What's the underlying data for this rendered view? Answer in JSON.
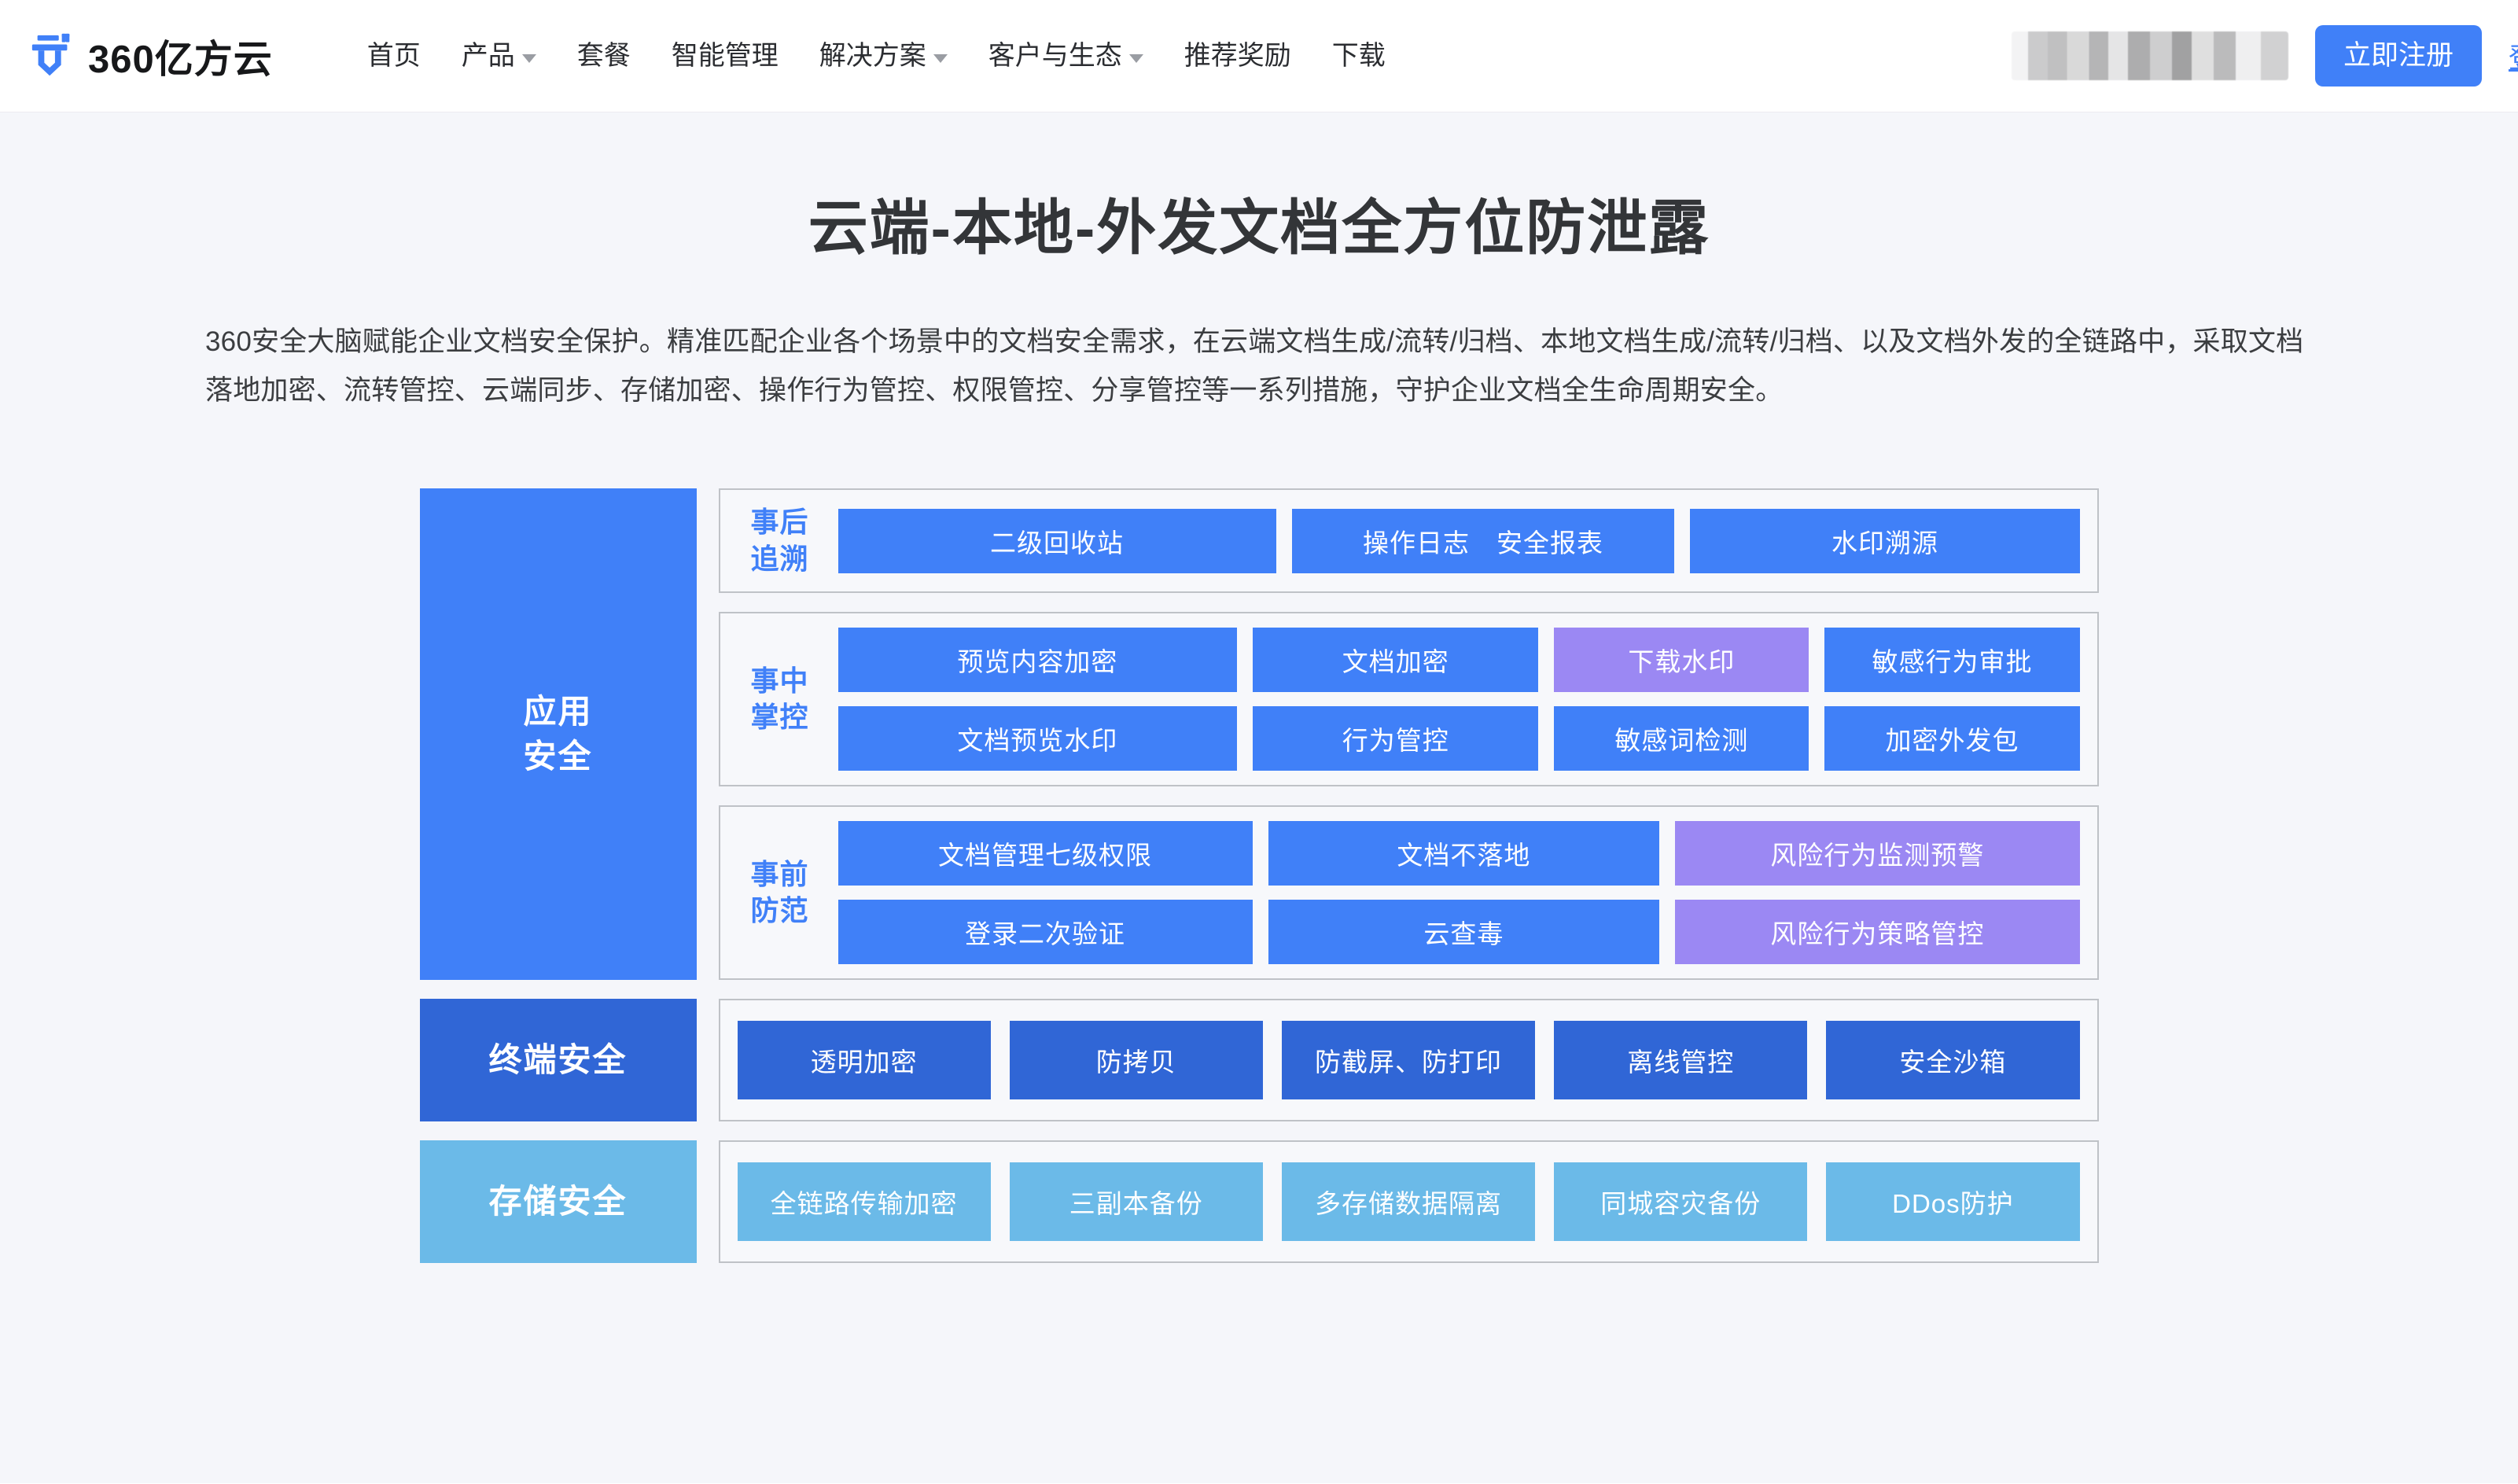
{
  "header": {
    "brand": {
      "word": "360亿方云",
      "logo_icon": "yifangyun-logo-icon"
    },
    "nav": [
      {
        "label": "首页",
        "has_caret": false
      },
      {
        "label": "产品",
        "has_caret": true
      },
      {
        "label": "套餐",
        "has_caret": false
      },
      {
        "label": "智能管理",
        "has_caret": false
      },
      {
        "label": "解决方案",
        "has_caret": true
      },
      {
        "label": "客户与生态",
        "has_caret": true
      },
      {
        "label": "推荐奖励",
        "has_caret": false
      },
      {
        "label": "下载",
        "has_caret": false
      }
    ],
    "masked_user_region": "",
    "register_label": "立即注册",
    "login_label": "登录"
  },
  "hero": {
    "title": "云端-本地-外发文档全方位防泄露",
    "description": "360安全大脑赋能企业文档安全保护。精准匹配企业各个场景中的文档安全需求，在云端文档生成/流转/归档、本地文档生成/流转/归档、以及文档外发的全链路中，采取文档落地加密、流转管控、云端同步、存储加密、操作行为管控、权限管控、分享管控等一系列措施，守护企业文档全生命周期安全。"
  },
  "colors": {
    "brand_blue": "#4080f8",
    "deep_blue": "#3066d6",
    "light_blue": "#6bbae8",
    "purple": "#9b88f3",
    "page_bg": "#f5f6fa",
    "group_bg": "#f7f8fb",
    "group_border": "#bfc2c7",
    "title_text": "#333538",
    "body_text": "#3b3d40"
  },
  "diagram": {
    "layers": [
      {
        "label": "应用\n安全",
        "label_line1": "应用",
        "label_line2": "安全",
        "style": "app",
        "groups": [
          {
            "title_line1": "事后",
            "title_line2": "追溯",
            "rows": [
              [
                {
                  "label": "二级回收站",
                  "color": "blue"
                },
                {
                  "label": "操作日志　安全报表",
                  "color": "blue"
                },
                {
                  "label": "水印溯源",
                  "color": "blue"
                }
              ]
            ]
          },
          {
            "title_line1": "事中",
            "title_line2": "掌控",
            "rows": [
              [
                {
                  "label": "预览内容加密",
                  "color": "blue"
                },
                {
                  "label": "文档加密",
                  "color": "blue"
                },
                {
                  "label": "下载水印",
                  "color": "purple"
                },
                {
                  "label": "敏感行为审批",
                  "color": "blue"
                }
              ],
              [
                {
                  "label": "文档预览水印",
                  "color": "blue"
                },
                {
                  "label": "行为管控",
                  "color": "blue"
                },
                {
                  "label": "敏感词检测",
                  "color": "blue"
                },
                {
                  "label": "加密外发包",
                  "color": "blue"
                }
              ]
            ]
          },
          {
            "title_line1": "事前",
            "title_line2": "防范",
            "rows": [
              [
                {
                  "label": "文档管理七级权限",
                  "color": "blue"
                },
                {
                  "label": "文档不落地",
                  "color": "blue"
                },
                {
                  "label": "风险行为监测预警",
                  "color": "purple"
                }
              ],
              [
                {
                  "label": "登录二次验证",
                  "color": "blue"
                },
                {
                  "label": "云查毒",
                  "color": "blue"
                },
                {
                  "label": "风险行为策略管控",
                  "color": "purple"
                }
              ]
            ]
          }
        ]
      },
      {
        "label": "终端安全",
        "style": "term",
        "flat_items": [
          {
            "label": "透明加密"
          },
          {
            "label": "防拷贝"
          },
          {
            "label": "防截屏、防打印"
          },
          {
            "label": "离线管控"
          },
          {
            "label": "安全沙箱"
          }
        ]
      },
      {
        "label": "存储安全",
        "style": "storage",
        "flat_items": [
          {
            "label": "全链路传输加密"
          },
          {
            "label": "三副本备份"
          },
          {
            "label": "多存储数据隔离"
          },
          {
            "label": "同城容灾备份"
          },
          {
            "label": "DDos防护"
          }
        ]
      }
    ]
  }
}
